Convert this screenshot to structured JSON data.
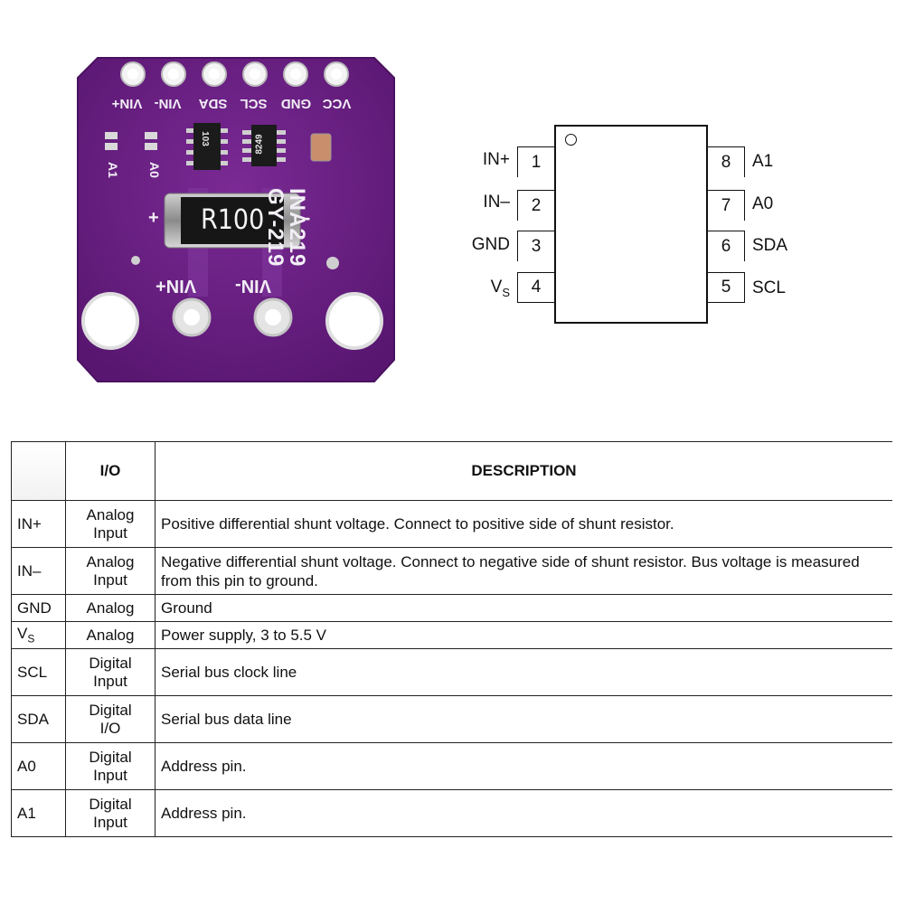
{
  "board": {
    "header_pins": [
      "VCC",
      "GND",
      "SCL",
      "SDA",
      "VIN-",
      "VIN+"
    ],
    "chip_marking_1": "103",
    "chip_marking_2": "8249",
    "model": "INA219",
    "board_name": "GY-219",
    "shunt_label": "R100",
    "plus_sign": "+",
    "minus_sign": "-",
    "vin_plus": "VIN+",
    "vin_minus": "VIN-",
    "addr_a1": "A1",
    "addr_a0": "A0",
    "colors": {
      "pcb": "#6b1f84",
      "pcb_edge": "#4a1160",
      "silk": "#f2eef6"
    }
  },
  "chip": {
    "left_pins": [
      {
        "num": "1",
        "name": "IN+"
      },
      {
        "num": "2",
        "name": "IN–"
      },
      {
        "num": "3",
        "name": "GND"
      },
      {
        "num": "4",
        "name": "V",
        "sub": "S"
      }
    ],
    "right_pins": [
      {
        "num": "8",
        "name": "A1"
      },
      {
        "num": "7",
        "name": "A0"
      },
      {
        "num": "6",
        "name": "SDA"
      },
      {
        "num": "5",
        "name": "SCL"
      }
    ]
  },
  "table": {
    "headers": {
      "pin": "",
      "io": "I/O",
      "description": "DESCRIPTION"
    },
    "rows": [
      {
        "pin": "IN+",
        "io_1": "Analog",
        "io_2": "Input",
        "desc": "Positive differential shunt voltage. Connect to positive side of shunt resistor."
      },
      {
        "pin": "IN–",
        "io_1": "Analog",
        "io_2": "Input",
        "desc": "Negative differential shunt voltage. Connect to negative side of shunt resistor. Bus voltage is measured from this pin to ground."
      },
      {
        "pin": "GND",
        "io_1": "Analog",
        "io_2": "",
        "desc": "Ground"
      },
      {
        "pin": "V",
        "pin_sub": "S",
        "io_1": "Analog",
        "io_2": "",
        "desc": "Power supply, 3 to 5.5 V"
      },
      {
        "pin": "SCL",
        "io_1": "Digital",
        "io_2": "Input",
        "desc": "Serial bus clock line"
      },
      {
        "pin": "SDA",
        "io_1": "Digital",
        "io_2": "I/O",
        "desc": "Serial bus data line"
      },
      {
        "pin": "A0",
        "io_1": "Digital",
        "io_2": "Input",
        "desc": "Address pin."
      },
      {
        "pin": "A1",
        "io_1": "Digital",
        "io_2": "Input",
        "desc": "Address pin."
      }
    ]
  }
}
